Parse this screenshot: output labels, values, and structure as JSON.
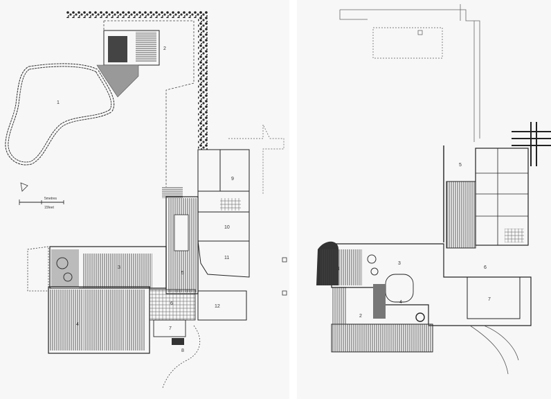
{
  "plans": [
    {
      "id": "ground-floor",
      "rooms": [
        "1",
        "2",
        "3",
        "4",
        "5",
        "6",
        "7",
        "8",
        "9",
        "10",
        "11",
        "12"
      ],
      "scale": {
        "label_top": "5metres",
        "label_bottom": "15feet"
      }
    },
    {
      "id": "upper-floor",
      "rooms": [
        "1",
        "2",
        "3",
        "4",
        "5",
        "6",
        "7"
      ]
    }
  ],
  "colors": {
    "paper": "#f7f7f7",
    "ink": "#222222",
    "hatch": "#555555"
  }
}
